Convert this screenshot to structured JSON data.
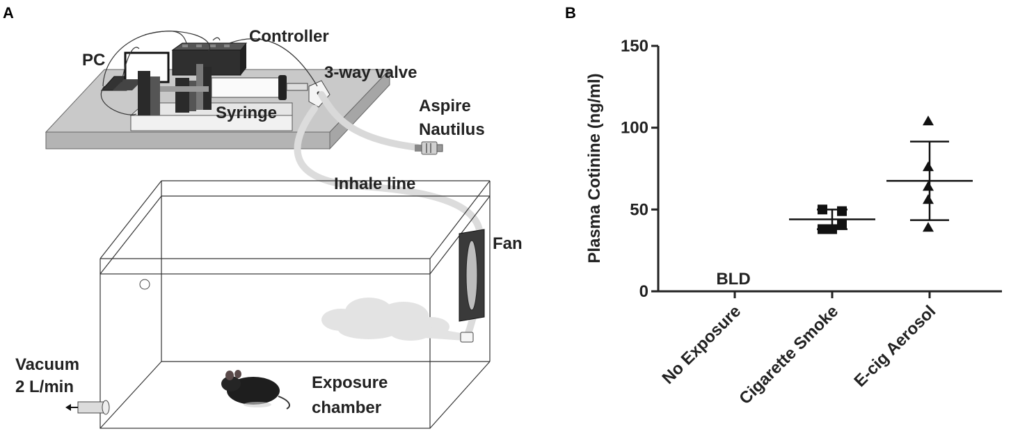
{
  "panel_a": {
    "letter": "A",
    "labels": {
      "pc": "PC",
      "controller": "Controller",
      "valve": "3-way valve",
      "syringe": "Syringe",
      "aspire1": "Aspire",
      "aspire2": "Nautilus",
      "inhale": "Inhale line",
      "fan": "Fan",
      "vacuum1": "Vacuum",
      "vacuum2": "2 L/min",
      "chamber1": "Exposure",
      "chamber2": "chamber"
    }
  },
  "panel_b": {
    "letter": "B",
    "bld": "BLD"
  },
  "chart_data": {
    "type": "scatter",
    "ylabel": "Plasma Cotinine (ng/ml)",
    "xlabel": "",
    "ylim": [
      0,
      150
    ],
    "yticks": [
      0,
      50,
      100,
      150
    ],
    "categories": [
      "No Exposure",
      "Cigarette Smoke",
      "E-cig Aerosol"
    ],
    "annotation": "BLD",
    "series": [
      {
        "category": "No Exposure",
        "marker": "none",
        "values": [],
        "mean": null,
        "sd": null
      },
      {
        "category": "Cigarette Smoke",
        "marker": "square",
        "values": [
          50,
          49,
          41,
          38,
          38
        ],
        "mean": 44,
        "sd": 6
      },
      {
        "category": "E-cig Aerosol",
        "marker": "triangle",
        "values": [
          104,
          76,
          64,
          56,
          39
        ],
        "mean": 67.5,
        "sd": 24
      }
    ]
  }
}
